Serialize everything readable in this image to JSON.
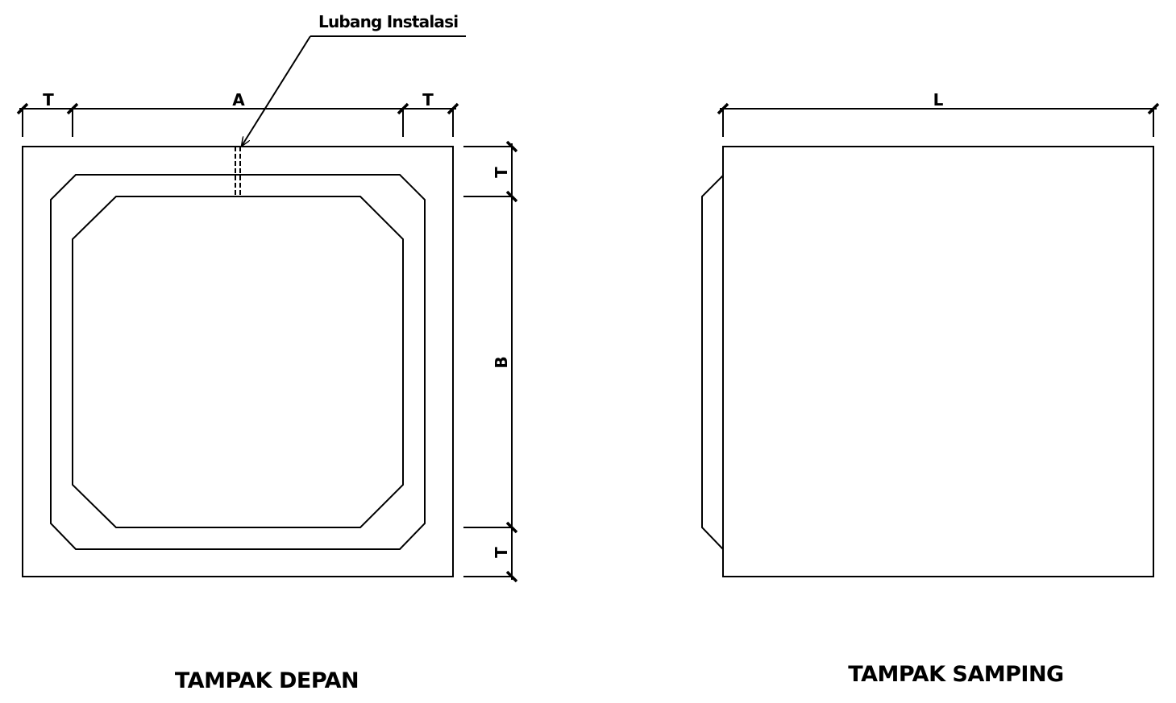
{
  "annotation": {
    "label": "Lubang Instalasi"
  },
  "front_view": {
    "title": "TAMPAK DEPAN",
    "dims": {
      "left_thickness": "T",
      "width": "A",
      "right_thickness": "T",
      "top_thickness": "T",
      "height": "B",
      "bottom_thickness": "T"
    }
  },
  "side_view": {
    "title": "TAMPAK SAMPING",
    "dims": {
      "length": "L"
    }
  },
  "colors": {
    "line": "#000000",
    "background": "#ffffff"
  }
}
